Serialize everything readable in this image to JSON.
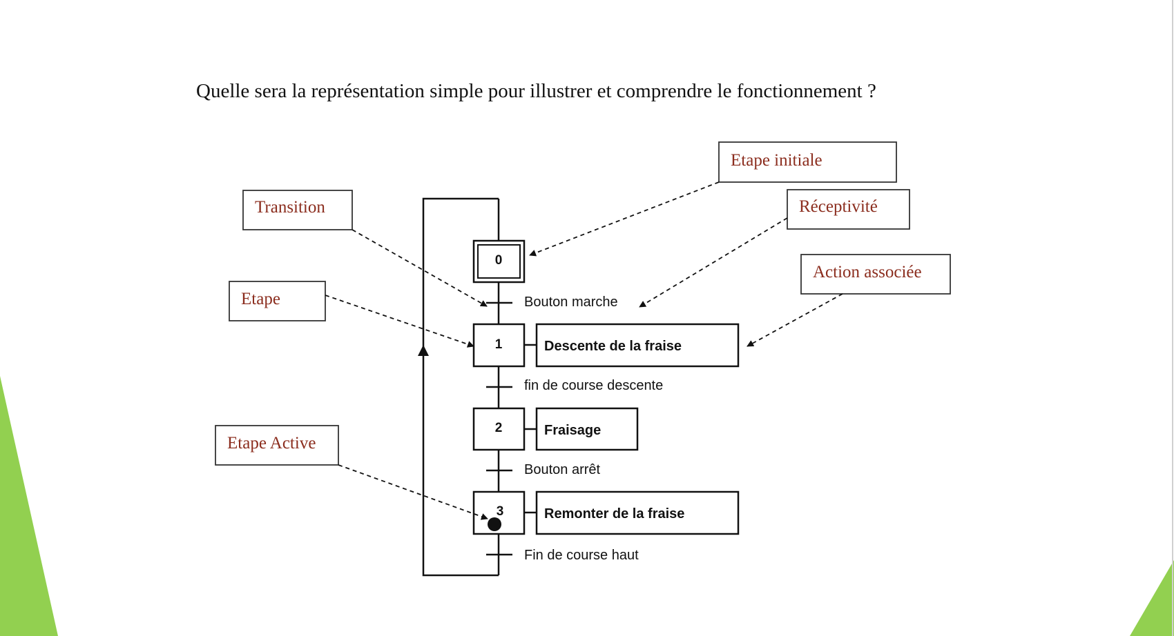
{
  "slide": {
    "question": "Quelle sera la représentation simple pour illustrer et comprendre le fonctionnement ?",
    "accent_color": "#92d050",
    "label_color": "#8b2d1e"
  },
  "callouts": {
    "etape_initiale": "Etape initiale",
    "transition": "Transition",
    "receptivite": "Réceptivité",
    "etape": "Etape",
    "action_associee": "Action associée",
    "etape_active": "Etape Active"
  },
  "grafcet": {
    "steps": [
      {
        "number": "0",
        "action": ""
      },
      {
        "number": "1",
        "action": "Descente de la fraise"
      },
      {
        "number": "2",
        "action": "Fraisage"
      },
      {
        "number": "3",
        "action": "Remonter de la fraise"
      }
    ],
    "transitions": [
      "Bouton marche",
      "fin de course descente",
      "Bouton arrêt",
      "Fin de course haut"
    ]
  }
}
